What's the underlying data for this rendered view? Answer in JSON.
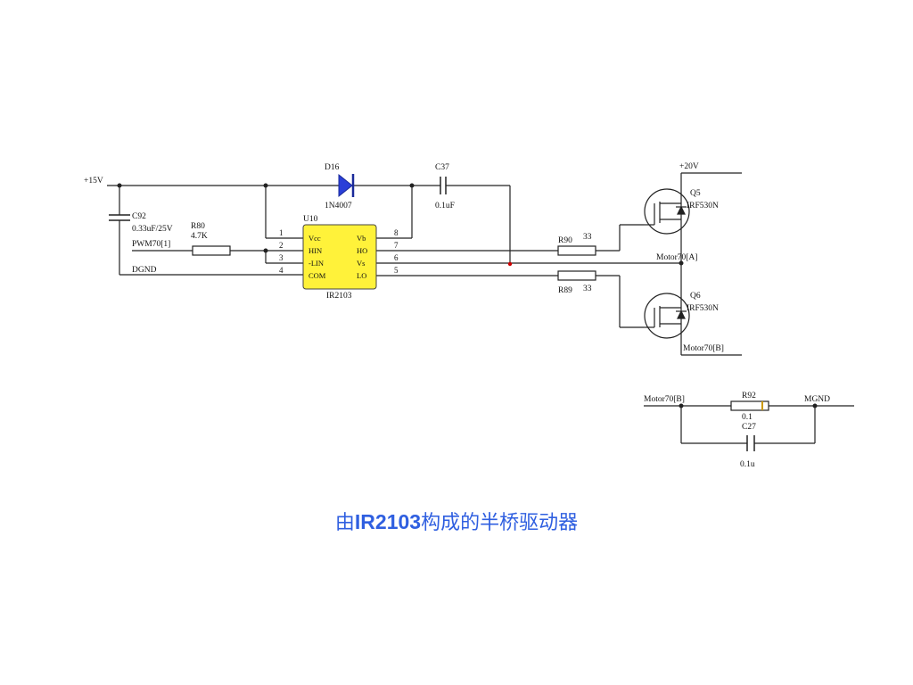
{
  "colors": {
    "wire": "#222222",
    "ic_fill": "#fff23a",
    "diode_fill": "#2a3fd8",
    "caption": "#2f5fe0",
    "junction_red": "#cc0000"
  },
  "labels": {
    "v15": "+15V",
    "v20": "+20V",
    "d16": "D16",
    "d16_part": "1N4007",
    "c37": "C37",
    "c37_val": "0.1uF",
    "c92": "C92",
    "c92_val": "0.33uF/25V",
    "r80": "R80",
    "r80_val": "4.7K",
    "pwm": "PWM70[1]",
    "dgnd": "DGND",
    "u10": "U10",
    "ic_part": "IR2103",
    "r90": "R90",
    "r90_val": "33",
    "r89": "R89",
    "r89_val": "33",
    "q5": "Q5",
    "q5_part": "IRF530N",
    "q6": "Q6",
    "q6_part": "IRF530N",
    "motor_a": "Motor70[A]",
    "motor_b": "Motor70[B]",
    "motor_b2": "Motor70[B]",
    "r92": "R92",
    "r92_val": "0.1",
    "c27": "C27",
    "c27_val": "0.1u",
    "mgnd": "MGND"
  },
  "ic_pins": {
    "left_numbers": [
      "1",
      "2",
      "3",
      "4"
    ],
    "left_names": [
      "Vcc",
      "HIN",
      "-LIN",
      "COM"
    ],
    "right_numbers": [
      "8",
      "7",
      "6",
      "5"
    ],
    "right_names": [
      "Vb",
      "HO",
      "Vs",
      "LO"
    ]
  },
  "caption": {
    "prefix": "由",
    "bold": "IR2103",
    "suffix": "构成的半桥驱动器"
  }
}
